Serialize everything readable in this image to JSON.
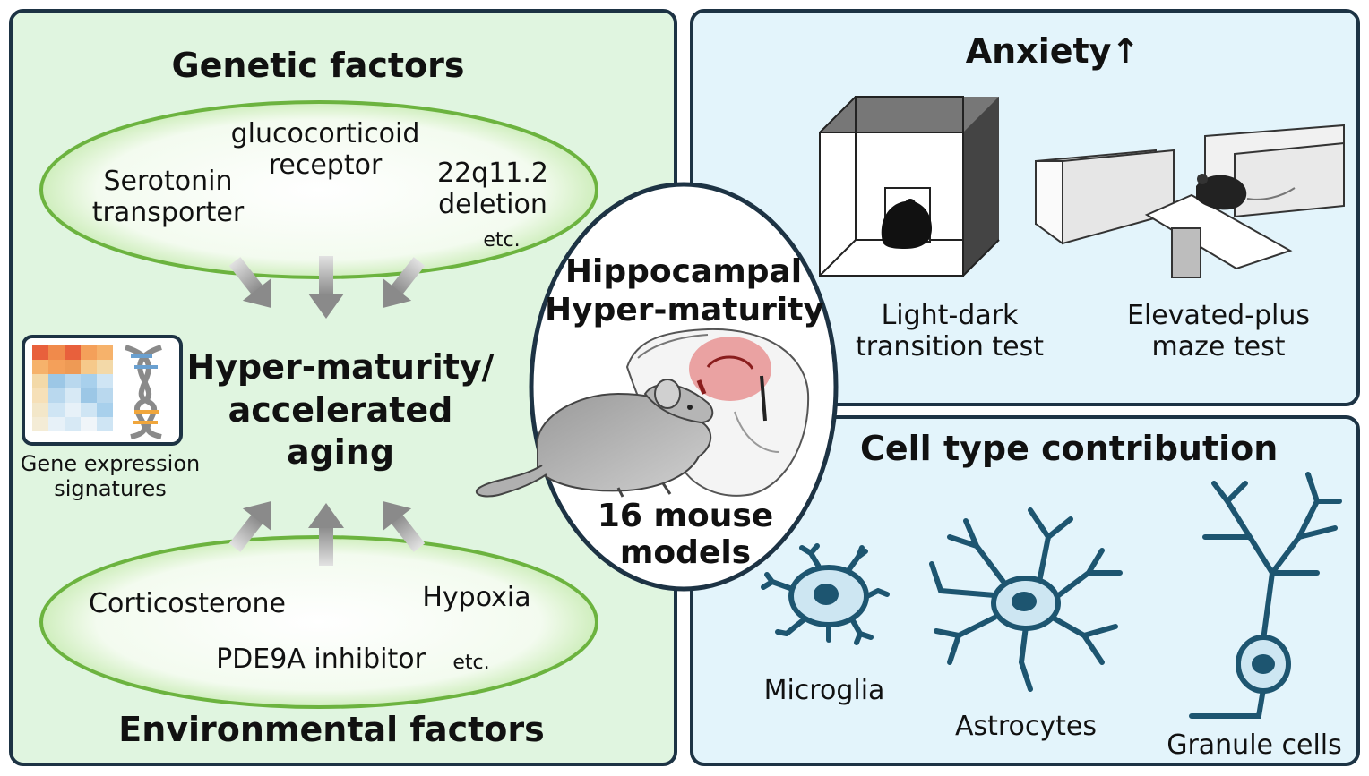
{
  "left": {
    "genetic_title": "Genetic factors",
    "genetic_items": {
      "serotonin": "Serotonin\ntransporter",
      "glucocorticoid": "glucocorticoid\nreceptor",
      "deletion": "22q11.2\ndeletion",
      "etc": "etc."
    },
    "center_title": "Hyper-maturity/\naccelerated\naging",
    "gene_expression_label": "Gene expression\nsignatures",
    "env_items": {
      "corticosterone": "Corticosterone",
      "hypoxia": "Hypoxia",
      "pde9a": "PDE9A inhibitor",
      "etc": "etc."
    },
    "env_title": "Environmental factors"
  },
  "center": {
    "title": "Hippocampal\nHyper-maturity",
    "models": "16 mouse\nmodels"
  },
  "anxiety": {
    "title": "Anxiety↑",
    "test1": "Light-dark\ntransition test",
    "test2": "Elevated-plus\nmaze test"
  },
  "cells": {
    "title": "Cell type contribution",
    "microglia": "Microglia",
    "astrocytes": "Astrocytes",
    "granule": "Granule cells"
  },
  "colors": {
    "left_bg": "#e0f5e0",
    "right_bg": "#e3f4fb",
    "border": "#1d3344",
    "ellipse_green": "#6cb33f",
    "cell_stroke": "#1d5570",
    "cell_fill": "#cde6f2"
  }
}
